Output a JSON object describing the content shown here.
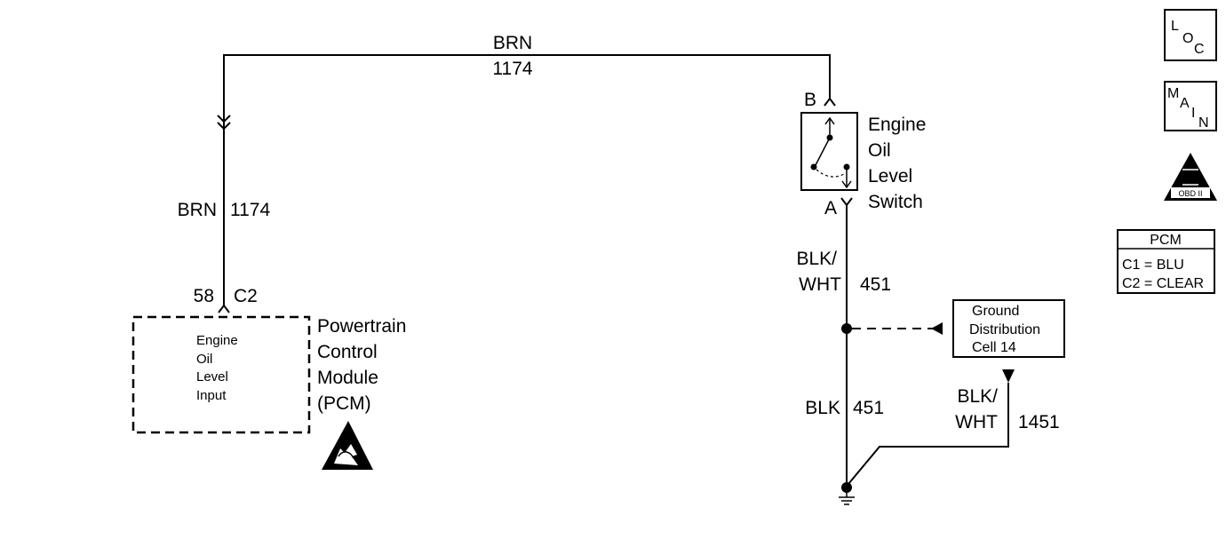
{
  "wires": {
    "top_color": "BRN",
    "top_circuit": "1174",
    "left_color": "BRN",
    "left_circuit": "1174",
    "right_upper_color_line1": "BLK/",
    "right_upper_color_line2": "WHT",
    "right_upper_circuit": "451",
    "right_lower_color": "BLK",
    "right_lower_circuit": "451",
    "ground_branch_color_line1": "BLK/",
    "ground_branch_color_line2": "WHT",
    "ground_branch_circuit": "1451"
  },
  "pcm_connector": {
    "pin": "58",
    "connector": "C2"
  },
  "pcm": {
    "inner_line1": "Engine",
    "inner_line2": "Oil",
    "inner_line3": "Level",
    "inner_line4": "Input",
    "name_line1": "Powertrain",
    "name_line2": "Control",
    "name_line3": "Module",
    "name_line4": "(PCM)"
  },
  "switch": {
    "terminal_top": "B",
    "terminal_bottom": "A",
    "name_line1": "Engine",
    "name_line2": "Oil",
    "name_line3": "Level",
    "name_line4": "Switch"
  },
  "ground_ref": {
    "line1": "Ground",
    "line2": "Distribution",
    "line3": "Cell 14"
  },
  "legend": {
    "loc_letters": [
      "L",
      "O",
      "C"
    ],
    "main_letters": [
      "M",
      "A",
      "I",
      "N"
    ],
    "obd_roman": "II",
    "obd_text": "OBD II",
    "pcm_title": "PCM",
    "pcm_c1": "C1 = BLU",
    "pcm_c2": "C2 = CLEAR"
  }
}
